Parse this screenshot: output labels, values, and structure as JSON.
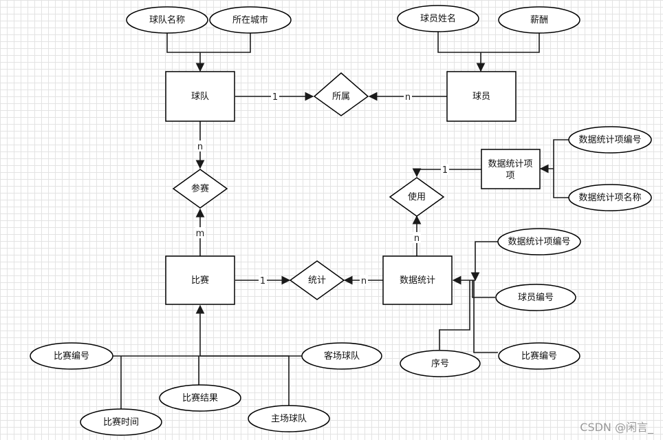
{
  "entities": {
    "team": "球队",
    "player": "球员",
    "match": "比赛",
    "stat_item": "数据统计项",
    "stats": "数据统计"
  },
  "relationships": {
    "belongs": "所属",
    "participates": "参赛",
    "uses": "使用",
    "statistic": "统计"
  },
  "attributes": {
    "team_name": "球队名称",
    "team_city": "所在城市",
    "player_name": "球员姓名",
    "player_salary": "薪酬",
    "stat_item_id": "数据统计项编号",
    "stat_item_name": "数据统计项名称",
    "stats_item_id": "数据统计项编号",
    "stats_player_id": "球员编号",
    "stats_seq": "序号",
    "stats_match_id": "比赛编号",
    "match_id": "比赛编号",
    "match_time": "比赛时间",
    "match_result": "比赛结果",
    "match_home": "主场球队",
    "match_away": "客场球队"
  },
  "cardinalities": {
    "team_belongs": "1",
    "player_belongs": "n",
    "team_participates": "n",
    "match_participates": "m",
    "stat_item_uses": "1",
    "stats_uses": "n",
    "match_statistic": "1",
    "stats_statistic": "n"
  },
  "watermark": "CSDN @闲言_"
}
